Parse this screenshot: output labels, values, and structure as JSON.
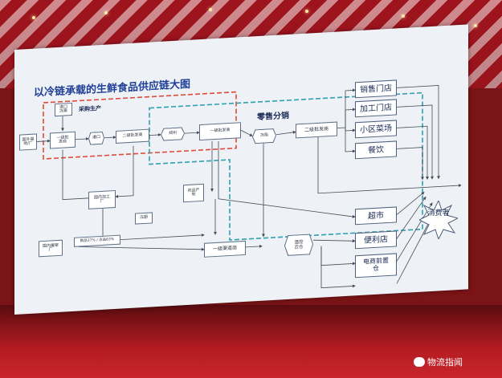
{
  "slide": {
    "title": "以冷链承载的生鲜食品供应链大图",
    "section_purchase": "采购生产",
    "section_retail": "零售分销"
  },
  "nodes": {
    "n_import": "进口\n冻票",
    "n_origin": "国外基\n地/厂",
    "n_primary1": "一级批\n发商",
    "n_port": "港口",
    "n_second": "二级批发商",
    "n_zhengzhou": "郑州",
    "n_first_wholesale": "一级批发商",
    "n_cold": "冻陷",
    "n_second_wholesale": "二级批发商",
    "n_process": "国内加工\n厂",
    "n_farm": "农品产\n地",
    "n_freezer": "冻厨",
    "n_domestic": "国内屠宰\n厂",
    "n_share": "鲜品37% / 冻品63%",
    "n_channel": "一级渠道商",
    "n_warehouse": "温控\n云仓",
    "n_store": "销售门店",
    "n_processing_store": "加工门店",
    "n_community": "小区菜场",
    "n_catering": "餐饮",
    "n_supermarket": "超市",
    "n_convenience": "便利店",
    "n_ecommerce": "电商前置\n仓",
    "n_consumer": "消费者"
  },
  "watermark": "物流指闻",
  "colors": {
    "red_dash": "#e24a3b",
    "teal_dash": "#2fa0b0",
    "line": "#444c58",
    "title": "#1f3f96"
  }
}
